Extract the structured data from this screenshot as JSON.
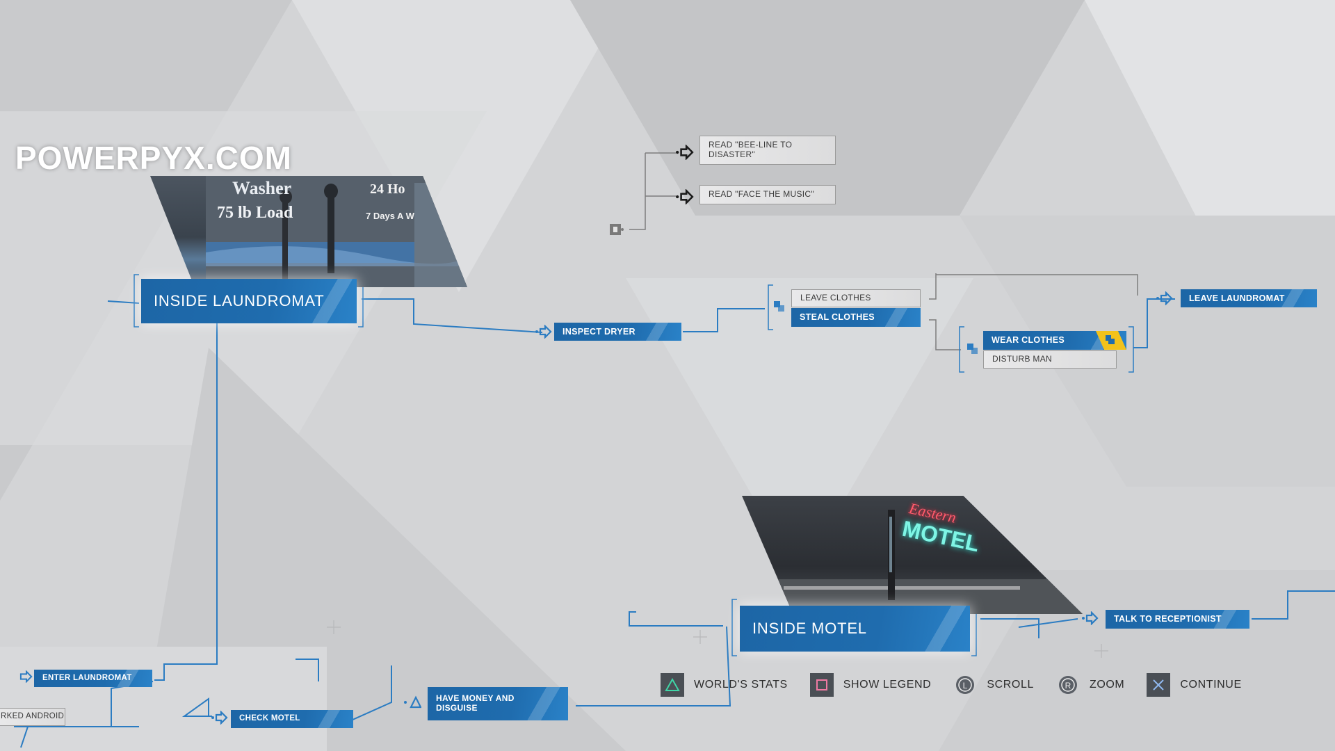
{
  "watermark": "POWERPYX.COM",
  "scenes": {
    "laundromat_image_text": {
      "line1": "Washer",
      "line2": "75 lb Load",
      "line3": "24 Ho",
      "line4": "7 Days A W"
    },
    "motel_image_text": {
      "line1": "Eastern",
      "line2": "MOTEL"
    }
  },
  "nodes": {
    "inside_laundromat": "INSIDE LAUNDROMAT",
    "inspect_dryer": "INSPECT DRYER",
    "read_bee_line": "READ \"BEE-LINE TO DISASTER\"",
    "read_face_music": "READ \"FACE THE MUSIC\"",
    "leave_clothes": "LEAVE CLOTHES",
    "steal_clothes": "STEAL CLOTHES",
    "wear_clothes": "WEAR CLOTHES",
    "disturb_man": "DISTURB MAN",
    "leave_laundromat": "LEAVE LAUNDROMAT",
    "inside_motel": "INSIDE MOTEL",
    "talk_receptionist": "TALK TO RECEPTIONIST",
    "enter_laundromat": "ENTER LAUNDROMAT",
    "check_motel": "CHECK MOTEL",
    "have_money": "HAVE MONEY AND DISGUISE",
    "rked_android": "RKED ANDROID"
  },
  "legend": [
    {
      "icon": "triangle-button-icon",
      "label": "WORLD'S STATS"
    },
    {
      "icon": "square-button-icon",
      "label": "SHOW LEGEND"
    },
    {
      "icon": "l-stick-icon",
      "label": "SCROLL"
    },
    {
      "icon": "r-stick-icon",
      "label": "ZOOM"
    },
    {
      "icon": "cross-button-icon",
      "label": "CONTINUE"
    }
  ],
  "colors": {
    "node_blue": "#1f6cae",
    "wire_blue": "#2b7cc2",
    "lock_yellow": "#f2c21b",
    "bg": "#d4d5d7"
  }
}
